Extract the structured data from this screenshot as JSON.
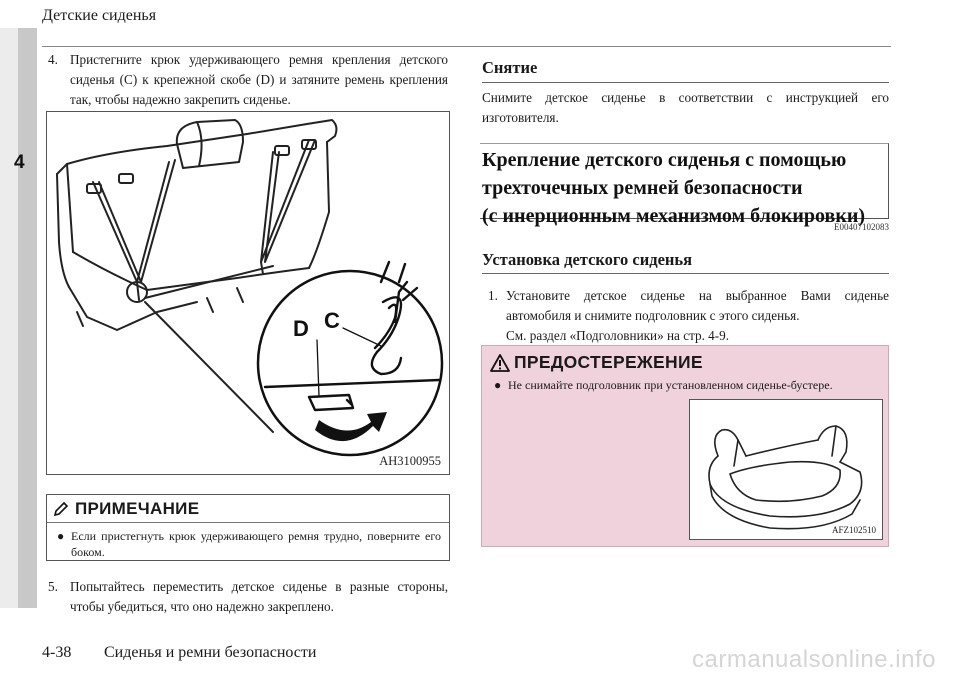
{
  "header": {
    "title": "Детские сиденья"
  },
  "sidebar": {
    "chapter": "4"
  },
  "left": {
    "step4_num": "4.",
    "step4_text": "Пристегните крюк удерживающего ремня крепления детского сиденья (C) к крепежной скобе (D) и затяните ремень крепления так, чтобы надежно закрепить сиденье.",
    "figure": {
      "label_d": "D",
      "label_c": "C",
      "code": "AH3100955"
    },
    "note": {
      "title": "ПРИМЕЧАНИЕ",
      "bullet": "Если пристегнуть крюк удерживающего ремня трудно, поверните его боком."
    },
    "step5_num": "5.",
    "step5_text": "Попытайтесь переместить детское сиденье в разные стороны, чтобы убедиться, что оно надежно закреплено."
  },
  "right": {
    "removal_title": "Снятие",
    "removal_text": "Снимите детское сиденье в соответствии с инструкцией его изготовителя.",
    "big_heading_1": "Крепление детского сиденья с помощью",
    "big_heading_2": "трехточечных ремней безопасности",
    "big_heading_3": "(с инерционным механизмом блокировки)",
    "code": "E00407102083",
    "install_title": "Установка детского сиденья",
    "step1_num": "1.",
    "step1_text": "Установите детское сиденье на выбранное Вами сиденье автомобиля и снимите подголовник с этого сиденья.",
    "step1_ref": "См. раздел «Подголовники» на стр. 4-9.",
    "caution": {
      "title": "ПРЕДОСТЕРЕЖЕНИЕ",
      "bullet": "Не снимайте подголовник при установленном сиденье-бустере.",
      "fig_code": "AFZ102510"
    }
  },
  "footer": {
    "page": "4-38",
    "section": "Сиденья и ремни безопасности",
    "watermark": "carmanualsonline.info"
  }
}
